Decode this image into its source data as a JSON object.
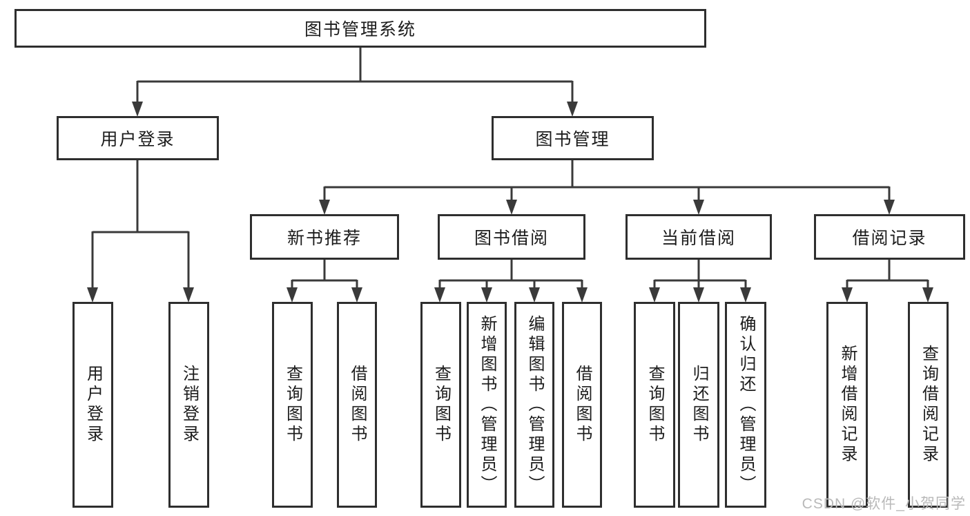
{
  "tree": {
    "root": {
      "label": "图书管理系统",
      "children": [
        {
          "label": "用户登录",
          "children": [
            {
              "label": "用户登录"
            },
            {
              "label": "注销登录"
            }
          ]
        },
        {
          "label": "图书管理",
          "children": [
            {
              "label": "新书推荐",
              "children": [
                {
                  "label": "查询图书"
                },
                {
                  "label": "借阅图书"
                }
              ]
            },
            {
              "label": "图书借阅",
              "children": [
                {
                  "label": "查询图书"
                },
                {
                  "label": "新增图书（管理员）"
                },
                {
                  "label": "编辑图书（管理员）"
                },
                {
                  "label": "借阅图书"
                }
              ]
            },
            {
              "label": "当前借阅",
              "children": [
                {
                  "label": "查询图书"
                },
                {
                  "label": "归还图书"
                },
                {
                  "label": "确认归还（管理员）"
                }
              ]
            },
            {
              "label": "借阅记录",
              "children": [
                {
                  "label": "新增借阅记录"
                },
                {
                  "label": "查询借阅记录"
                }
              ]
            }
          ]
        }
      ]
    }
  },
  "watermark": {
    "text": "CSDN @软件_小贺同学"
  },
  "colors": {
    "line": "#3a3a3a",
    "border": "#2e2e2e",
    "text": "#1c1c1c",
    "background": "#ffffff",
    "watermark": "#b9b9b9"
  }
}
